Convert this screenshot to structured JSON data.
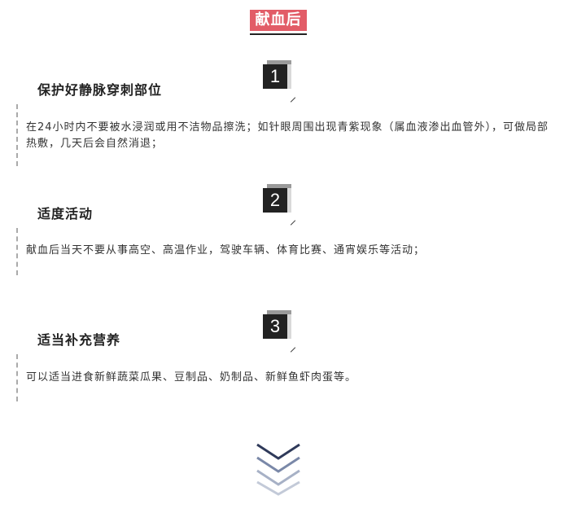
{
  "header": {
    "badge_text": "献血后"
  },
  "sections": [
    {
      "number": "1",
      "title": "保护好静脉穿刺部位",
      "body": "在24小时内不要被水浸润或用不洁物品擦洗；如针眼周围出现青紫现象（属血液渗出血管外），可做局部热敷，几天后会自然消退；"
    },
    {
      "number": "2",
      "title": "适度活动",
      "body": "献血后当天不要从事高空、高温作业，驾驶车辆、体育比赛、通宵娱乐等活动；"
    },
    {
      "number": "3",
      "title": "适当补充营养",
      "body": "可以适当进食新鲜蔬菜瓜果、豆制品、奶制品、新鲜鱼虾肉蛋等。"
    }
  ],
  "colors": {
    "badge": "#e25c67",
    "number_box": "#222222",
    "chevron_dark": "#2f3a5a",
    "chevron_mid": "#7a88a8",
    "chevron_light": "#c3cad8"
  },
  "icons": {
    "more": "chevron-down-icon"
  }
}
